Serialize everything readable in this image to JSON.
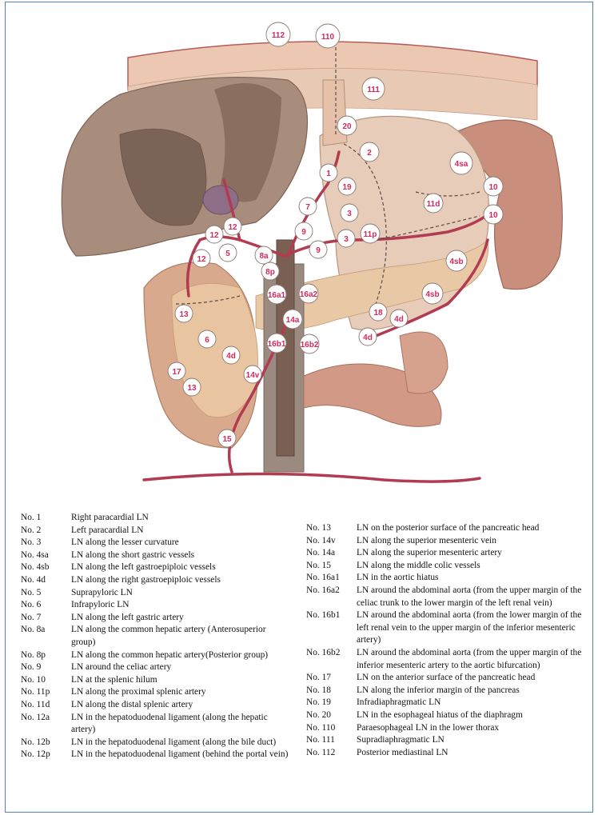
{
  "node_labels": [
    "112",
    "110",
    "111",
    "20",
    "2",
    "4sa",
    "1",
    "19",
    "10",
    "10",
    "7",
    "3",
    "11d",
    "3",
    "11p",
    "12",
    "12",
    "9",
    "9",
    "12",
    "5",
    "8a",
    "8p",
    "4sb",
    "16a1",
    "16a2",
    "4sb",
    "13",
    "18",
    "4d",
    "14a",
    "4d",
    "6",
    "4d",
    "16b1",
    "16b2",
    "17",
    "14v",
    "13",
    "15"
  ],
  "legend_left": [
    {
      "code": "No. 1",
      "desc": "Right paracardial LN"
    },
    {
      "code": "No. 2",
      "desc": "Left paracardial LN"
    },
    {
      "code": "No. 3",
      "desc": "LN along the lesser curvature"
    },
    {
      "code": "No. 4sa",
      "desc": "LN along the short gastric vessels"
    },
    {
      "code": "No. 4sb",
      "desc": "LN along the left gastroepiploic vessels"
    },
    {
      "code": "No. 4d",
      "desc": "LN along the right gastroepiploic vessels"
    },
    {
      "code": "No. 5",
      "desc": "Suprapyloric LN"
    },
    {
      "code": "No. 6",
      "desc": "Infrapyloric LN"
    },
    {
      "code": "No. 7",
      "desc": "LN along the left gastric artery"
    },
    {
      "code": "No. 8a",
      "desc": "LN along the common hepatic artery (Anterosuperior group)"
    },
    {
      "code": "No. 8p",
      "desc": "LN along the common hepatic artery(Posterior group)"
    },
    {
      "code": "No. 9",
      "desc": "LN around the celiac artery"
    },
    {
      "code": "No. 10",
      "desc": "LN at the splenic hilum"
    },
    {
      "code": "No. 11p",
      "desc": "LN along the proximal splenic artery"
    },
    {
      "code": "No. 11d",
      "desc": "LN along the distal splenic artery"
    },
    {
      "code": "No. 12a",
      "desc": "LN in the hepatoduodenal ligament (along the hepatic artery)"
    },
    {
      "code": "No. 12b",
      "desc": "LN in the hepatoduodenal ligament (along the bile duct)"
    },
    {
      "code": "No. 12p",
      "desc": "LN in the hepatoduodenal ligament (behind the portal vein)"
    }
  ],
  "legend_right": [
    {
      "code": "No. 13",
      "desc": "LN on the posterior surface of the pancreatic head"
    },
    {
      "code": "No. 14v",
      "desc": "LN along the superior mesenteric vein"
    },
    {
      "code": "No. 14a",
      "desc": "LN along the superior mesenteric artery"
    },
    {
      "code": "No. 15",
      "desc": "LN along the middle colic vessels"
    },
    {
      "code": "No. 16a1",
      "desc": "LN in the aortic hiatus"
    },
    {
      "code": "No. 16a2",
      "desc": "LN around the abdominal aorta (from the upper margin of the celiac trunk to the lower margin of the left renal vein)"
    },
    {
      "code": "No. 16b1",
      "desc": "LN around the abdominal aorta (from the lower margin of the left renal vein to the upper margin of the inferior mesenteric artery)"
    },
    {
      "code": "No. 16b2",
      "desc": "LN around the abdominal aorta (from the upper margin of the inferior mesenteric artery to the aortic bifurcation)"
    },
    {
      "code": "No. 17",
      "desc": "LN on the anterior surface of the pancreatic head"
    },
    {
      "code": "No. 18",
      "desc": "LN along the inferior margin of the pancreas"
    },
    {
      "code": "No. 19",
      "desc": "Infradiaphragmatic LN"
    },
    {
      "code": "No. 20",
      "desc": "LN in the esophageal hiatus of the diaphragm"
    },
    {
      "code": "No. 110",
      "desc": "Paraesophageal LN in the lower thorax"
    },
    {
      "code": "No. 111",
      "desc": "Supradiaphragmatic LN"
    },
    {
      "code": "No. 112",
      "desc": "Posterior mediastinal LN"
    }
  ]
}
